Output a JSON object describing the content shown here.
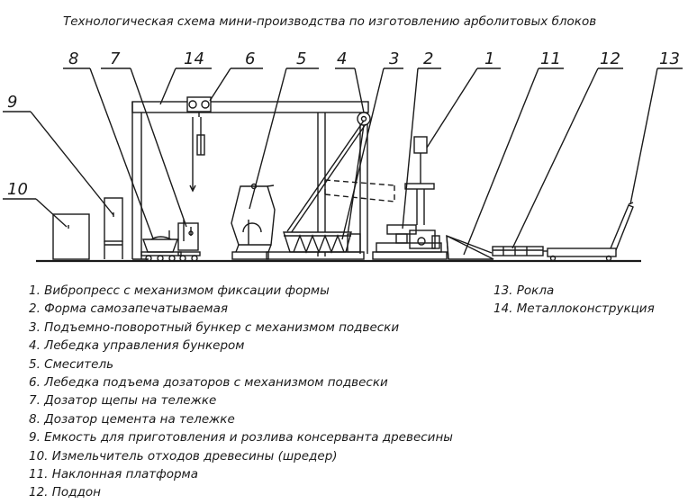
{
  "title": "Технологическая схема мини-производства по изготовлению арболитовых блоков",
  "callouts": [
    "8",
    "7",
    "14",
    "6",
    "5",
    "4",
    "3",
    "2",
    "1",
    "11",
    "12",
    "13",
    "9",
    "10"
  ],
  "legend_left": [
    "1. Вибропресс с механизмом фиксации формы",
    "2. Форма самозапечатываемая",
    "3. Подъемно-поворотный бункер с механизмом подвески",
    "4. Лебедка управления бункером",
    "5. Смеситель",
    "6. Лебедка подъема дозаторов с механизмом подвески",
    "7. Дозатор щепы на тележке",
    "8. Дозатор цемента на тележке",
    "9. Емкость для приготовления и розлива консерванта древесины",
    "10. Измельчитель отходов древесины (шредер)",
    "11. Наклонная платформа",
    "12. Поддон"
  ],
  "legend_right": [
    "13. Рокла",
    "14. Металлоконструкция"
  ]
}
